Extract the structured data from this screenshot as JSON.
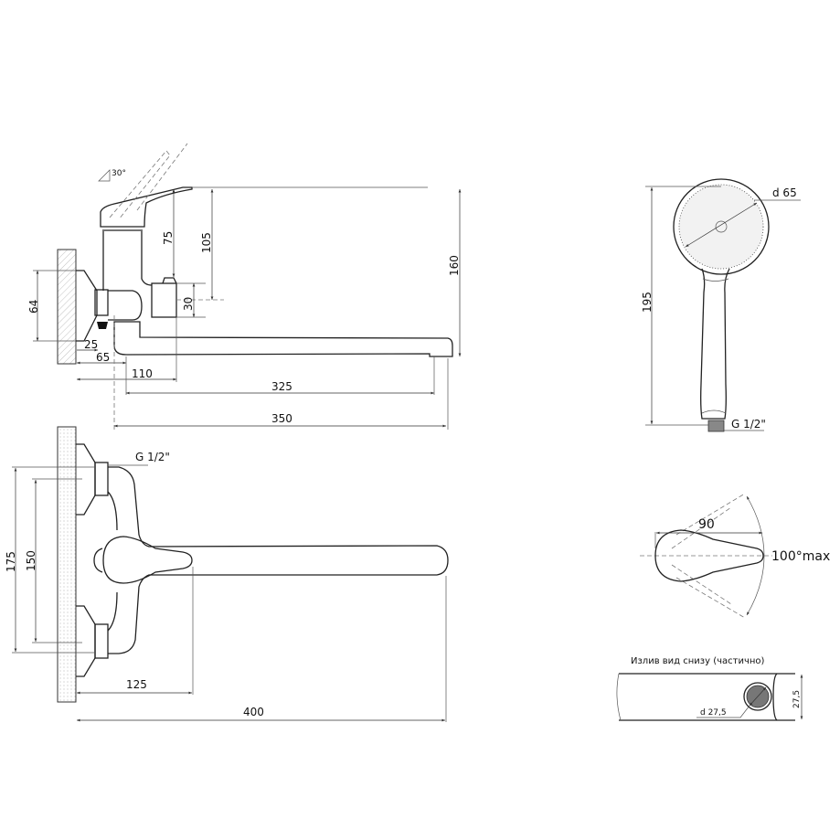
{
  "side_view": {
    "angle": "30°",
    "dims": {
      "d75": "75",
      "d105": "105",
      "d160": "160",
      "d30": "30",
      "d64": "64",
      "d25": "25",
      "d65": "65",
      "d110": "110",
      "d325": "325",
      "d350": "350"
    }
  },
  "top_view": {
    "thread": "G 1/2\"",
    "dims": {
      "d175": "175",
      "d150": "150",
      "d125": "125",
      "d400": "400"
    }
  },
  "shower_head": {
    "diameter": "d 65",
    "length": "195",
    "thread": "G 1/2\""
  },
  "lever_view": {
    "length": "90",
    "rotation": "100°max"
  },
  "spout_bottom": {
    "caption": "Излив вид снизу (частично)",
    "diameter": "d 27,5",
    "height": "27,5"
  }
}
